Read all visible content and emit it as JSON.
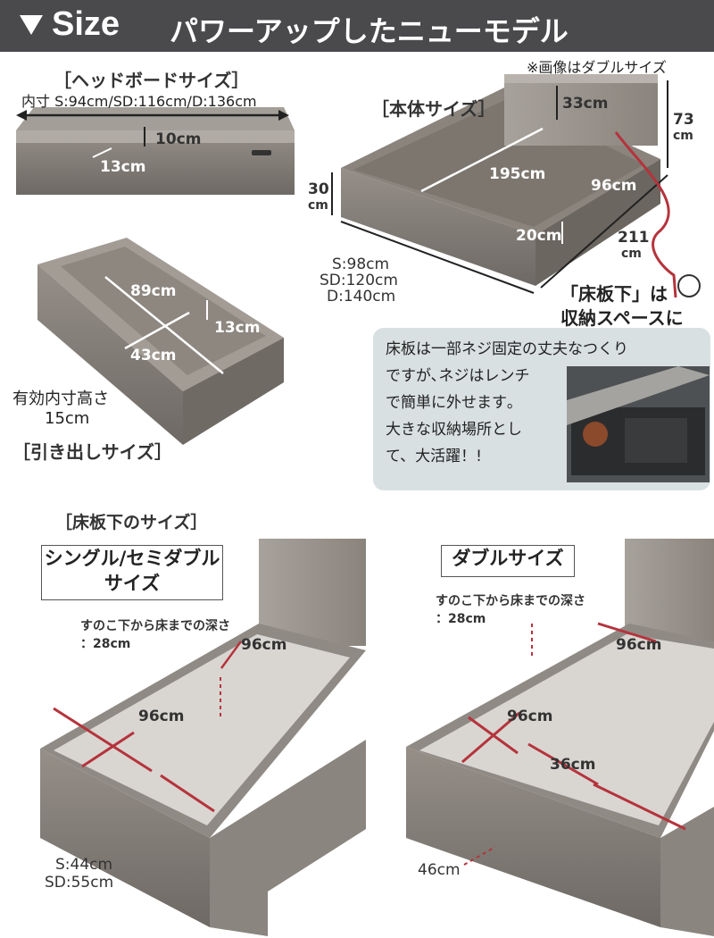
{
  "banner": {
    "title": "Size",
    "subtitle": "パワーアップしたニューモデル"
  },
  "note_image": "※画像はダブルサイズ",
  "headboard": {
    "title": "［ヘッドボードサイズ］",
    "inner": "内寸 S:94cm/SD:116cm/D:136cm",
    "d10": "10cm",
    "d13": "13cm"
  },
  "body": {
    "title": "［本体サイズ］",
    "d33": "33cm",
    "d73": "73",
    "d73u": "cm",
    "d30": "30",
    "d30u": "cm",
    "d195": "195cm",
    "d96": "96cm",
    "d20": "20cm",
    "d211": "211",
    "d211u": "cm",
    "width_s": "S:98cm",
    "width_sd": "SD:120cm",
    "width_d": "D:140cm"
  },
  "drawer": {
    "d89": "89cm",
    "d13": "13cm",
    "d43": "43cm",
    "inner_label": "有効内寸高さ",
    "inner_value": "15cm",
    "title": "［引き出しサイズ］"
  },
  "callout": {
    "line1": "「床板下」は",
    "line2": "収納スペースに",
    "text": [
      "床板は一部ネジ固定の丈夫なつくり",
      "ですが､ネジはレンチ",
      "で簡単に外せます｡",
      "大きな収納場所とし",
      "て、大活躍！!"
    ]
  },
  "under": {
    "title": "［床板下のサイズ］",
    "single_box": [
      "シングル/セミダブル",
      "サイズ"
    ],
    "double_box": "ダブルサイズ",
    "depth_label": "すのこ下から床までの深さ",
    "depth_value": "：28cm",
    "s_96a": "96cm",
    "s_96b": "96cm",
    "s_44": "S:44cm",
    "s_55": "SD:55cm",
    "d_96a": "96cm",
    "d_96b": "96cm",
    "d_36": "36cm",
    "d_46": "46cm"
  },
  "colors": {
    "banner": "#4a4a4c",
    "accent": "#b5333c",
    "bubble": "#d9e0e2"
  }
}
